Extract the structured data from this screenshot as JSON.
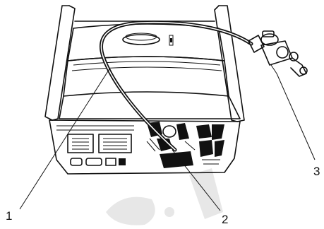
{
  "figure": {
    "callouts": [
      {
        "id": "1",
        "text": "1"
      },
      {
        "id": "2",
        "text": "2"
      },
      {
        "id": "3",
        "text": "3"
      }
    ],
    "colors": {
      "line": "#111111",
      "background": "#ffffff",
      "watermark": "#e7e7e7"
    }
  }
}
